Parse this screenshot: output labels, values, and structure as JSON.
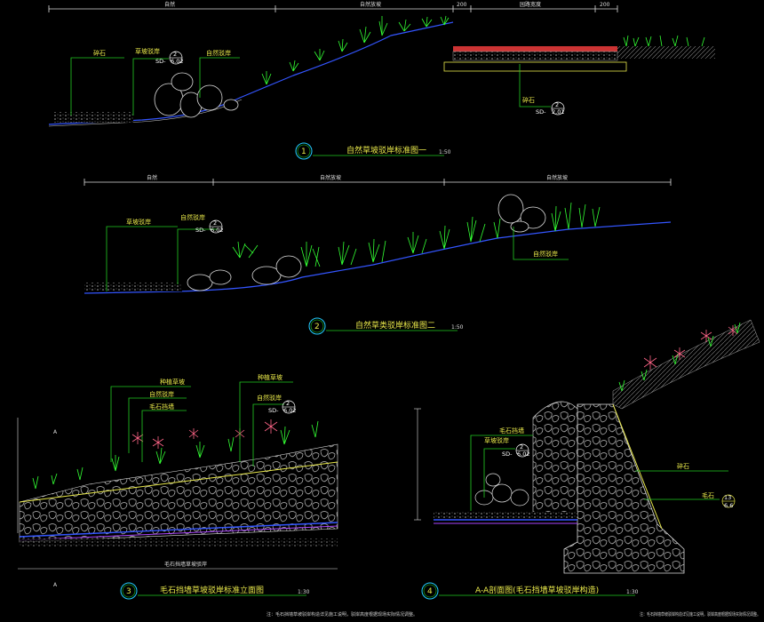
{
  "drawings": [
    {
      "num": "1",
      "title": "自然草坡驳岸标准图一",
      "scale": "1:50",
      "dims": [
        "自然",
        "自然放坡",
        "200",
        "园路宽度",
        "200"
      ],
      "labels": [
        "碎石",
        "草坡驳岸",
        "自然驳岸"
      ],
      "ref_a": {
        "top": "2",
        "bottom": "6.02"
      },
      "ref_b": {
        "top": "2",
        "bottom": "2.01"
      }
    },
    {
      "num": "2",
      "title": "自然草类驳岸标准图二",
      "scale": "1:50",
      "dims": [
        "自然",
        "自然放坡",
        "自然放坡"
      ],
      "labels": [
        "草坡驳岸",
        "自然驳岸"
      ],
      "ref_a": {
        "top": "2",
        "bottom": "6.02"
      }
    },
    {
      "num": "3",
      "title": "毛石挡墙草坡驳岸标准立面图",
      "scale": "1:30",
      "dims": [
        "毛石挡墙草坡驳岸"
      ],
      "labels": [
        "种植草坡",
        "自然驳岸",
        "毛石挡墙"
      ],
      "ref_a": {
        "top": "2",
        "bottom": "6.02"
      },
      "section": "A"
    },
    {
      "num": "4",
      "title": "A-A剖面图(毛石挡墙草坡驳岸构造)",
      "scale": "1:30",
      "labels": [
        "毛石挡墙",
        "草坡驳岸",
        "碎石",
        "毛石"
      ],
      "ref_a": {
        "top": "2",
        "bottom": "6.02"
      },
      "ref_b": {
        "top": "13",
        "bottom": "6.6"
      }
    },
    {
      "notes": [
        "注：毛石挡墙草坡驳岸构造详见施工说明，驳岸高度根据现场实际情况调整。",
        "注：毛石挡墙草坡驳岸构造详见施工说明，驳岸高度根据现场实际情况调整。"
      ]
    }
  ],
  "ref_prefix": "SD-",
  "colors": {
    "background": "#000000",
    "line_green": "#22cc22",
    "text_yellow": "#e8e84a",
    "water_blue": "#3355ff",
    "plant_green": "#33ff33",
    "flower_pink": "#ff6688",
    "gravel_red": "#cc3333",
    "dim_white": "#dddddd"
  }
}
